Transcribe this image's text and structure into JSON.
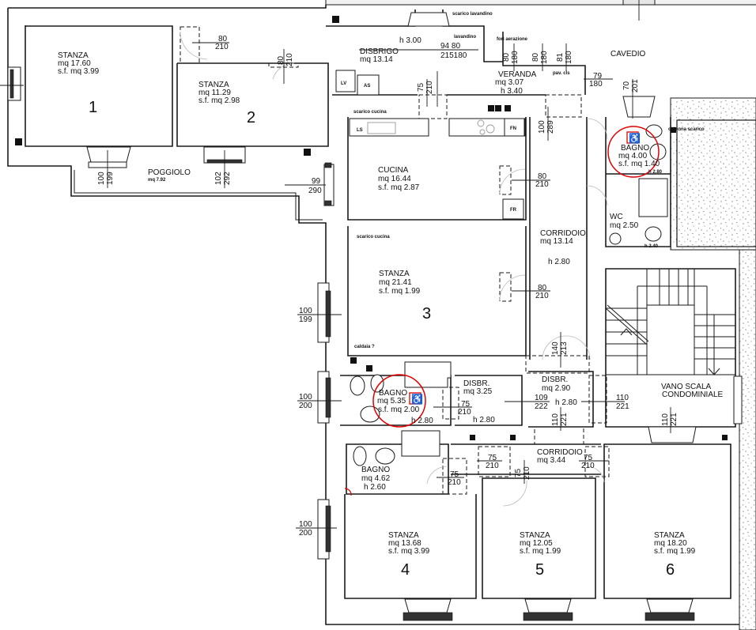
{
  "rooms": [
    {
      "id": "stanza1",
      "name": "STANZA",
      "area": "mq  17.60",
      "sf": "s.f.  mq  3.99",
      "number": "1"
    },
    {
      "id": "stanza2",
      "name": "STANZA",
      "area": "mq  11.29",
      "sf": "s.f.  mq  2.98",
      "number": "2"
    },
    {
      "id": "disbrigo",
      "name": "DISBRIGO",
      "area": "mq  13.14",
      "height": "h  3.00"
    },
    {
      "id": "veranda",
      "name": "VERANDA",
      "area": "mq  3.07",
      "height": "h  3.40"
    },
    {
      "id": "cavedio",
      "name": "CAVEDIO"
    },
    {
      "id": "poggiolo",
      "name": "POGGIOLO",
      "area": "mq 7.92"
    },
    {
      "id": "cucina",
      "name": "CUCINA",
      "area": "mq  16.44",
      "sf": "s.f.  mq  2.87"
    },
    {
      "id": "stanza3",
      "name": "STANZA",
      "area": "mq  21.41",
      "sf": "s.f.  mq  1.99",
      "number": "3"
    },
    {
      "id": "corridoio1",
      "name": "CORRIDOIO",
      "area": "mq  13.14",
      "height": "h  2.80"
    },
    {
      "id": "bagno1",
      "name": "BAGNO",
      "area": "mq  4.00",
      "sf": "s.f.  mq  1.40",
      "height": "h 2.80"
    },
    {
      "id": "wc",
      "name": "WC",
      "area": "mq  2.50",
      "height": "h 2.40"
    },
    {
      "id": "bagno2",
      "name": "BAGNO",
      "area": "mq  5.35",
      "sf": "s.f.   mq  2.00",
      "height": "h  2.80"
    },
    {
      "id": "disbr1",
      "name": "DISBR.",
      "area": "mq  3.25",
      "height": "h  2.80"
    },
    {
      "id": "disbr2",
      "name": "DISBR.",
      "area": "mq  2.90",
      "height": "h  2.80"
    },
    {
      "id": "vano_scala",
      "name": "VANO  SCALA",
      "name2": "CONDOMINIALE"
    },
    {
      "id": "bagno3",
      "name": "BAGNO",
      "area": "mq  4.62",
      "height": "h  2.60"
    },
    {
      "id": "corridoio2",
      "name": "CORRIDOIO",
      "area": "mq  3.44"
    },
    {
      "id": "stanza4",
      "name": "STANZA",
      "area": "mq  13.68",
      "sf": "s.f.  mq  3.99",
      "number": "4"
    },
    {
      "id": "stanza5",
      "name": "STANZA",
      "area": "mq  12.05",
      "sf": "s.f.  mq  1.99",
      "number": "5"
    },
    {
      "id": "stanza6",
      "name": "STANZA",
      "area": "mq  18.20",
      "sf": "s.f.  mq  1.99",
      "number": "6"
    }
  ],
  "annotations": {
    "scarico_lavandino": "scarico lavandino",
    "lavandino": "lavandino",
    "fori_aerazione": "fori aerazione",
    "scarico_cucina": "scarico cucina",
    "scarico_cucina_2": "scarico cucina",
    "caldaia": "caldaia ?",
    "pav_cls": "pav. cls",
    "colonna_scarico": "colonna scarico"
  },
  "appliances": {
    "lv": "LV",
    "as": "AS",
    "ls": "LS",
    "fn": "FN",
    "fr": "FR"
  },
  "openings": [
    {
      "w": "80",
      "h": "210"
    },
    {
      "w": "80",
      "h": "210"
    },
    {
      "w": "94  80",
      "h": "215180"
    },
    {
      "w": "80",
      "h": "180"
    },
    {
      "w": "80",
      "h": "180"
    },
    {
      "w": "81",
      "h": "180"
    },
    {
      "w": "79",
      "h": "180"
    },
    {
      "w": "70",
      "h": "201"
    },
    {
      "w": "75",
      "h": "210"
    },
    {
      "w": "100",
      "h": "289"
    },
    {
      "w": "100",
      "h": "199"
    },
    {
      "w": "102",
      "h": "292"
    },
    {
      "w": "99",
      "h": "290"
    },
    {
      "w": "80",
      "h": "210"
    },
    {
      "w": "80",
      "h": "210"
    },
    {
      "w": "100",
      "h": "199"
    },
    {
      "w": "140",
      "h": "213"
    },
    {
      "w": "100",
      "h": "200"
    },
    {
      "w": "75",
      "h": "210"
    },
    {
      "w": "109",
      "h": "222"
    },
    {
      "w": "110",
      "h": "221"
    },
    {
      "w": "110",
      "h": "221"
    },
    {
      "w": "110",
      "h": "221"
    },
    {
      "w": "75",
      "h": "210"
    },
    {
      "w": "75",
      "h": "210"
    },
    {
      "w": "75",
      "h": "210"
    },
    {
      "w": "75",
      "h": "210"
    },
    {
      "w": "100",
      "h": "200"
    }
  ]
}
